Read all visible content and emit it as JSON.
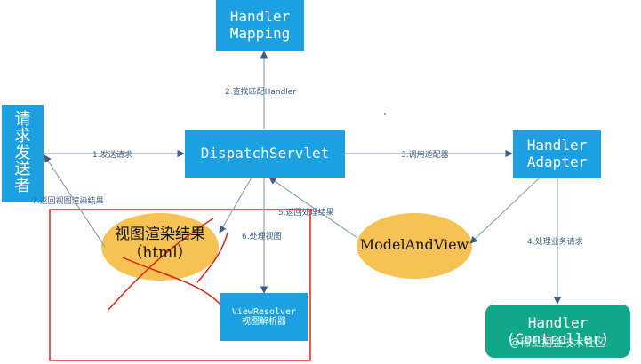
{
  "nodes": {
    "handler_mapping": {
      "line1": "Handler",
      "line2": "Mapping"
    },
    "request": {
      "chars": [
        "请",
        "求",
        "发",
        "送",
        "者"
      ]
    },
    "dispatch": {
      "label": "DispatchServlet"
    },
    "handler_adapter": {
      "line1": "Handler",
      "line2": "Adapter"
    },
    "view_result": {
      "line1": "视图渲染结果",
      "line2": "（html）"
    },
    "model_and_view": {
      "label": "ModelAndView"
    },
    "view_resolver": {
      "line1": "ViewResolver",
      "line2": "视图解析器"
    },
    "handler_controller": {
      "line1": "Handler",
      "line2": "(Controller)"
    }
  },
  "edges": {
    "e1": "1.发送请求",
    "e2": "2.查找匹配Handler",
    "e3": "3.调用适配器",
    "e4": "4.处理业务请求",
    "e5": "5.返回处理结果",
    "e6": "6.处理视图",
    "e7": "7.返回视图渲染结果"
  },
  "watermark": "@稀土掘金技术社区",
  "colors": {
    "box_blue": "#1ba1e2",
    "handler_green": "#11a88a",
    "ellipse_yellow": "#f6c253",
    "annotation_red": "#e0201c",
    "arrow_gray": "#8fa3b5"
  }
}
